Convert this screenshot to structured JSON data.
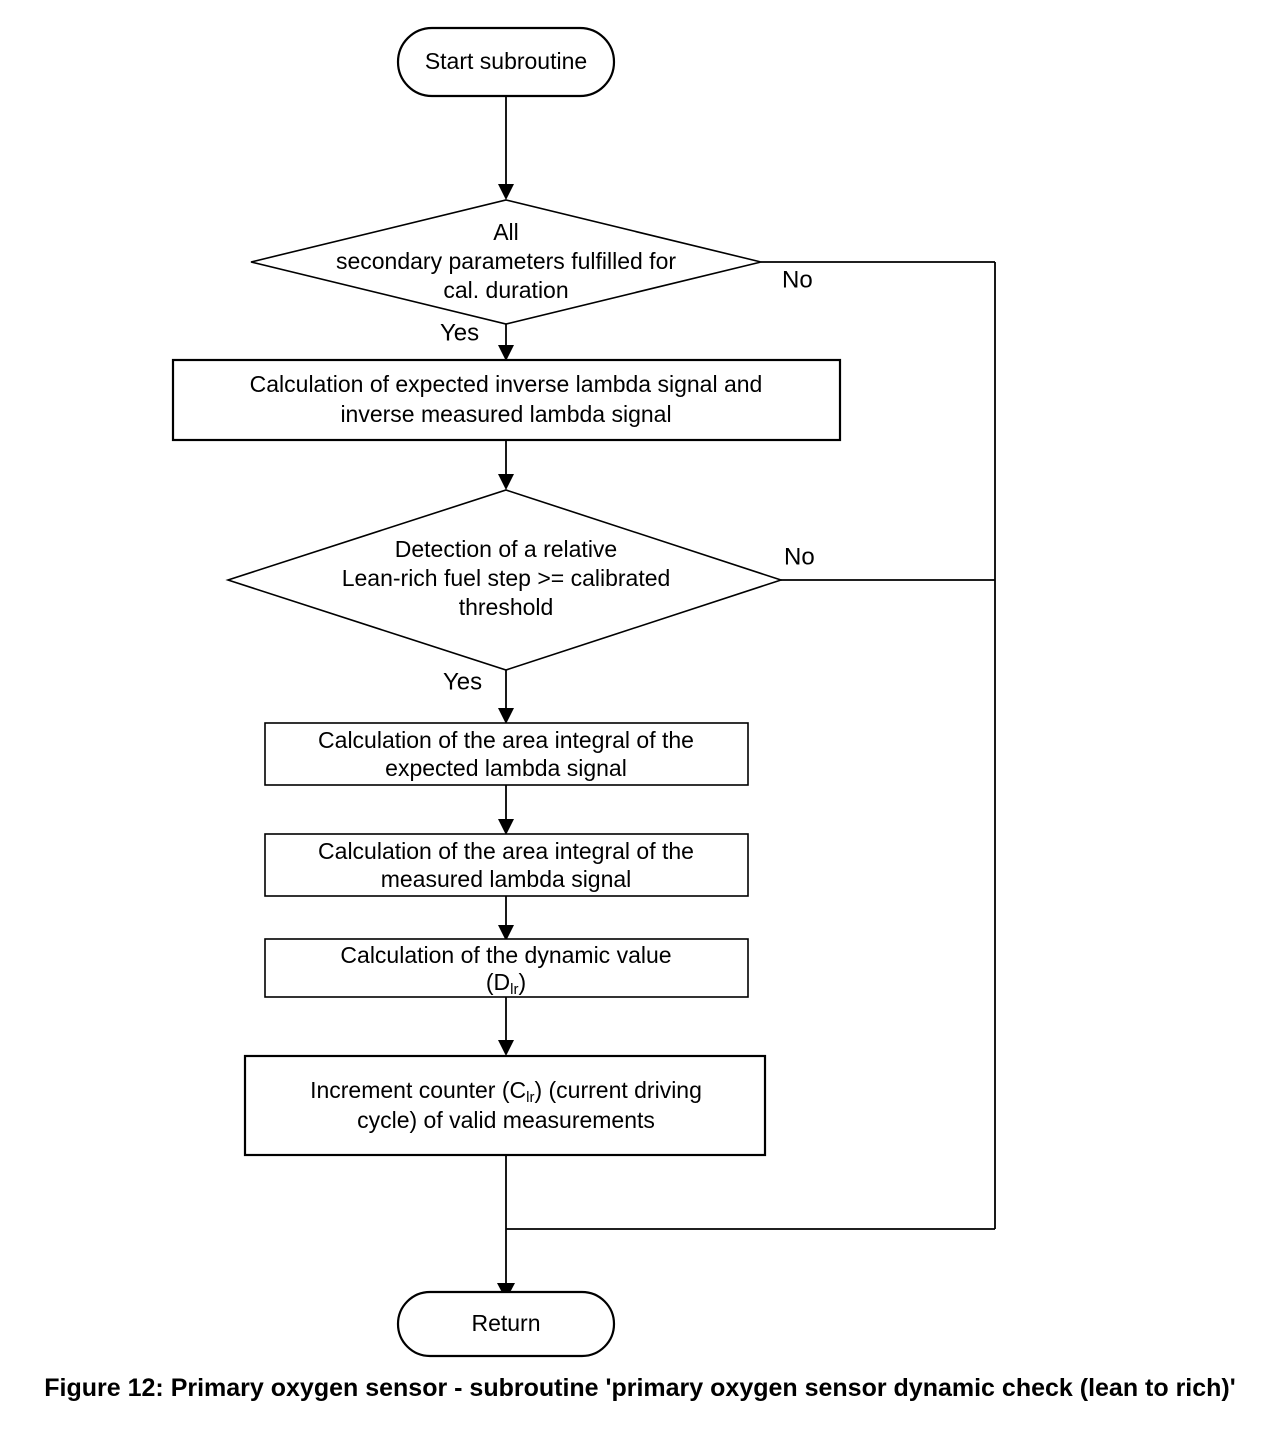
{
  "figure": {
    "caption": "Figure 12: Primary oxygen sensor - subroutine 'primary oxygen sensor dynamic check (lean to rich)'",
    "background_color": "#ffffff",
    "line_color": "#000000"
  },
  "nodes": {
    "start": {
      "type": "terminator",
      "label": "Start subroutine"
    },
    "decision_secondary_params": {
      "type": "decision",
      "line1": "All",
      "line2": "secondary parameters fulfilled for",
      "line3": "cal. duration",
      "yes_label": "Yes",
      "no_label": "No"
    },
    "process_inverse_lambda": {
      "type": "process",
      "line1": "Calculation of expected inverse lambda signal and",
      "line2": "inverse measured lambda signal"
    },
    "decision_fuel_step": {
      "type": "decision",
      "line1": "Detection of a relative",
      "line2": "Lean-rich fuel step >= calibrated",
      "line3": "threshold",
      "yes_label": "Yes",
      "no_label": "No"
    },
    "process_expected_integral": {
      "type": "process",
      "line1": "Calculation of the area integral of the",
      "line2": "expected lambda signal"
    },
    "process_measured_integral": {
      "type": "process",
      "line1": "Calculation of the area integral of the",
      "line2": "measured lambda signal"
    },
    "process_dynamic_value": {
      "type": "process",
      "line1": "Calculation of the dynamic value",
      "line2_prefix": "(D",
      "line2_subscript": "lr",
      "line2_suffix": ")"
    },
    "process_increment_counter": {
      "type": "process",
      "line1_part1": "Increment counter (C",
      "line1_subscript": "lr",
      "line1_part2": ") (current driving",
      "line2": "cycle) of valid measurements"
    },
    "return": {
      "type": "terminator",
      "label": "Return"
    }
  }
}
